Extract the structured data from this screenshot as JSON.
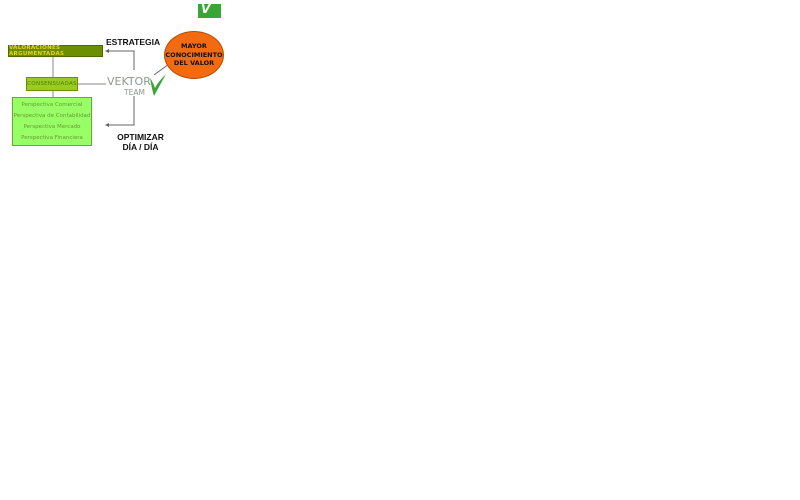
{
  "logo": {
    "icon": "vektor-v-logo"
  },
  "boxes": {
    "valoraciones": "VALORACIONES ARGUMENTADAS",
    "consensuadas": "CONSENSUADAS",
    "perspectives": [
      "Perspectiva Comercial",
      "Perspectiva de Contabilidad",
      "Perspectiva Mercado",
      "Perspectiva Financiera"
    ]
  },
  "labels": {
    "estrategia": "ESTRATEGIA",
    "optimizar": "OPTIMIZAR",
    "dia": "DÍA / DÍA"
  },
  "ellipse": {
    "line1": "MAYOR",
    "line2": "CONOCIMIENTO",
    "line3": "DEL VALOR"
  },
  "brand": {
    "vektor": "VEKTOR",
    "team": "TEAM"
  },
  "colors": {
    "olive": "#6b8f00",
    "lime": "#99cc22",
    "light_green": "#99ff66",
    "orange": "#f26b10",
    "logo_green": "#3aa537"
  }
}
